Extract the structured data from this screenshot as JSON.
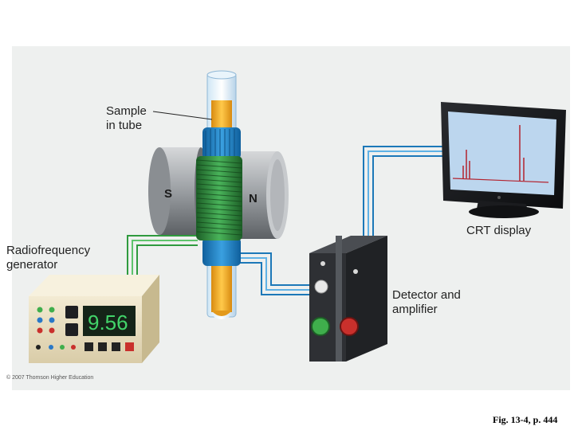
{
  "labels": {
    "sample": "Sample\nin tube",
    "rf_generator": "Radiofrequency\ngenerator",
    "crt_display": "CRT display",
    "detector": "Detector and\namplifier",
    "magnet_south": "S",
    "magnet_north": "N",
    "rf_display_value": "9.56"
  },
  "copyright": "© 2007 Thomson Higher Education",
  "caption": "Fig. 13-4, p. 444",
  "colors": {
    "background_panel": "#eef0ef",
    "coil": "#2e8b3c",
    "tube_holder": "#1f7fc4",
    "sample": "#f2a41c",
    "wire_blue": "#2a8fc9",
    "wire_green": "#3aa64a",
    "screen": "#bcd6ee",
    "peaks": "#b3232f"
  }
}
